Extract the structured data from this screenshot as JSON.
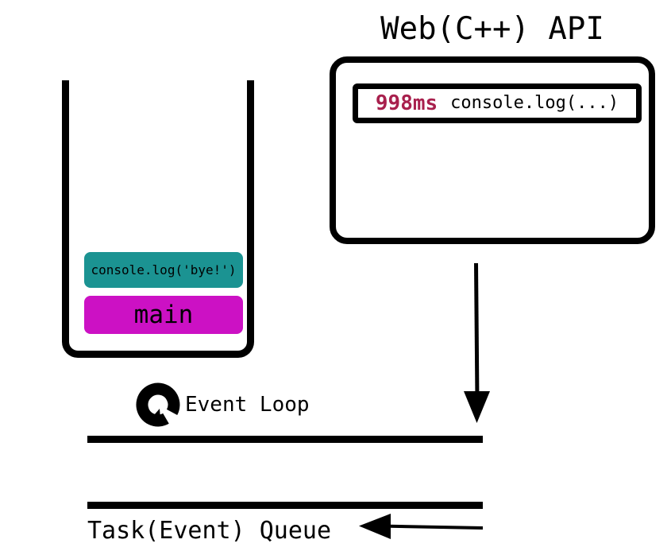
{
  "diagram": {
    "title": "JavaScript Event Loop / Call Stack diagram",
    "colors": {
      "stroke": "#000000",
      "background": "#ffffff",
      "timer_ms": "#a8204d",
      "frame_console_bg": "#1b9392",
      "frame_main_bg": "#cc11c4"
    }
  },
  "web_api": {
    "title": "Web(C++) API",
    "entries": [
      {
        "duration": "998ms",
        "callback": "console.log(...)"
      }
    ]
  },
  "call_stack": {
    "frames": [
      {
        "label": "console.log('bye!')",
        "color": "#1b9392"
      },
      {
        "label": "main",
        "color": "#cc11c4"
      }
    ]
  },
  "event_loop": {
    "label": "Event Loop",
    "icon": "circular-arrow-icon"
  },
  "task_queue": {
    "label": "Task(Event) Queue"
  },
  "arrows": [
    {
      "name": "webapi-to-queue-arrow",
      "direction": "down"
    },
    {
      "name": "queue-enqueue-arrow",
      "direction": "left"
    }
  ]
}
